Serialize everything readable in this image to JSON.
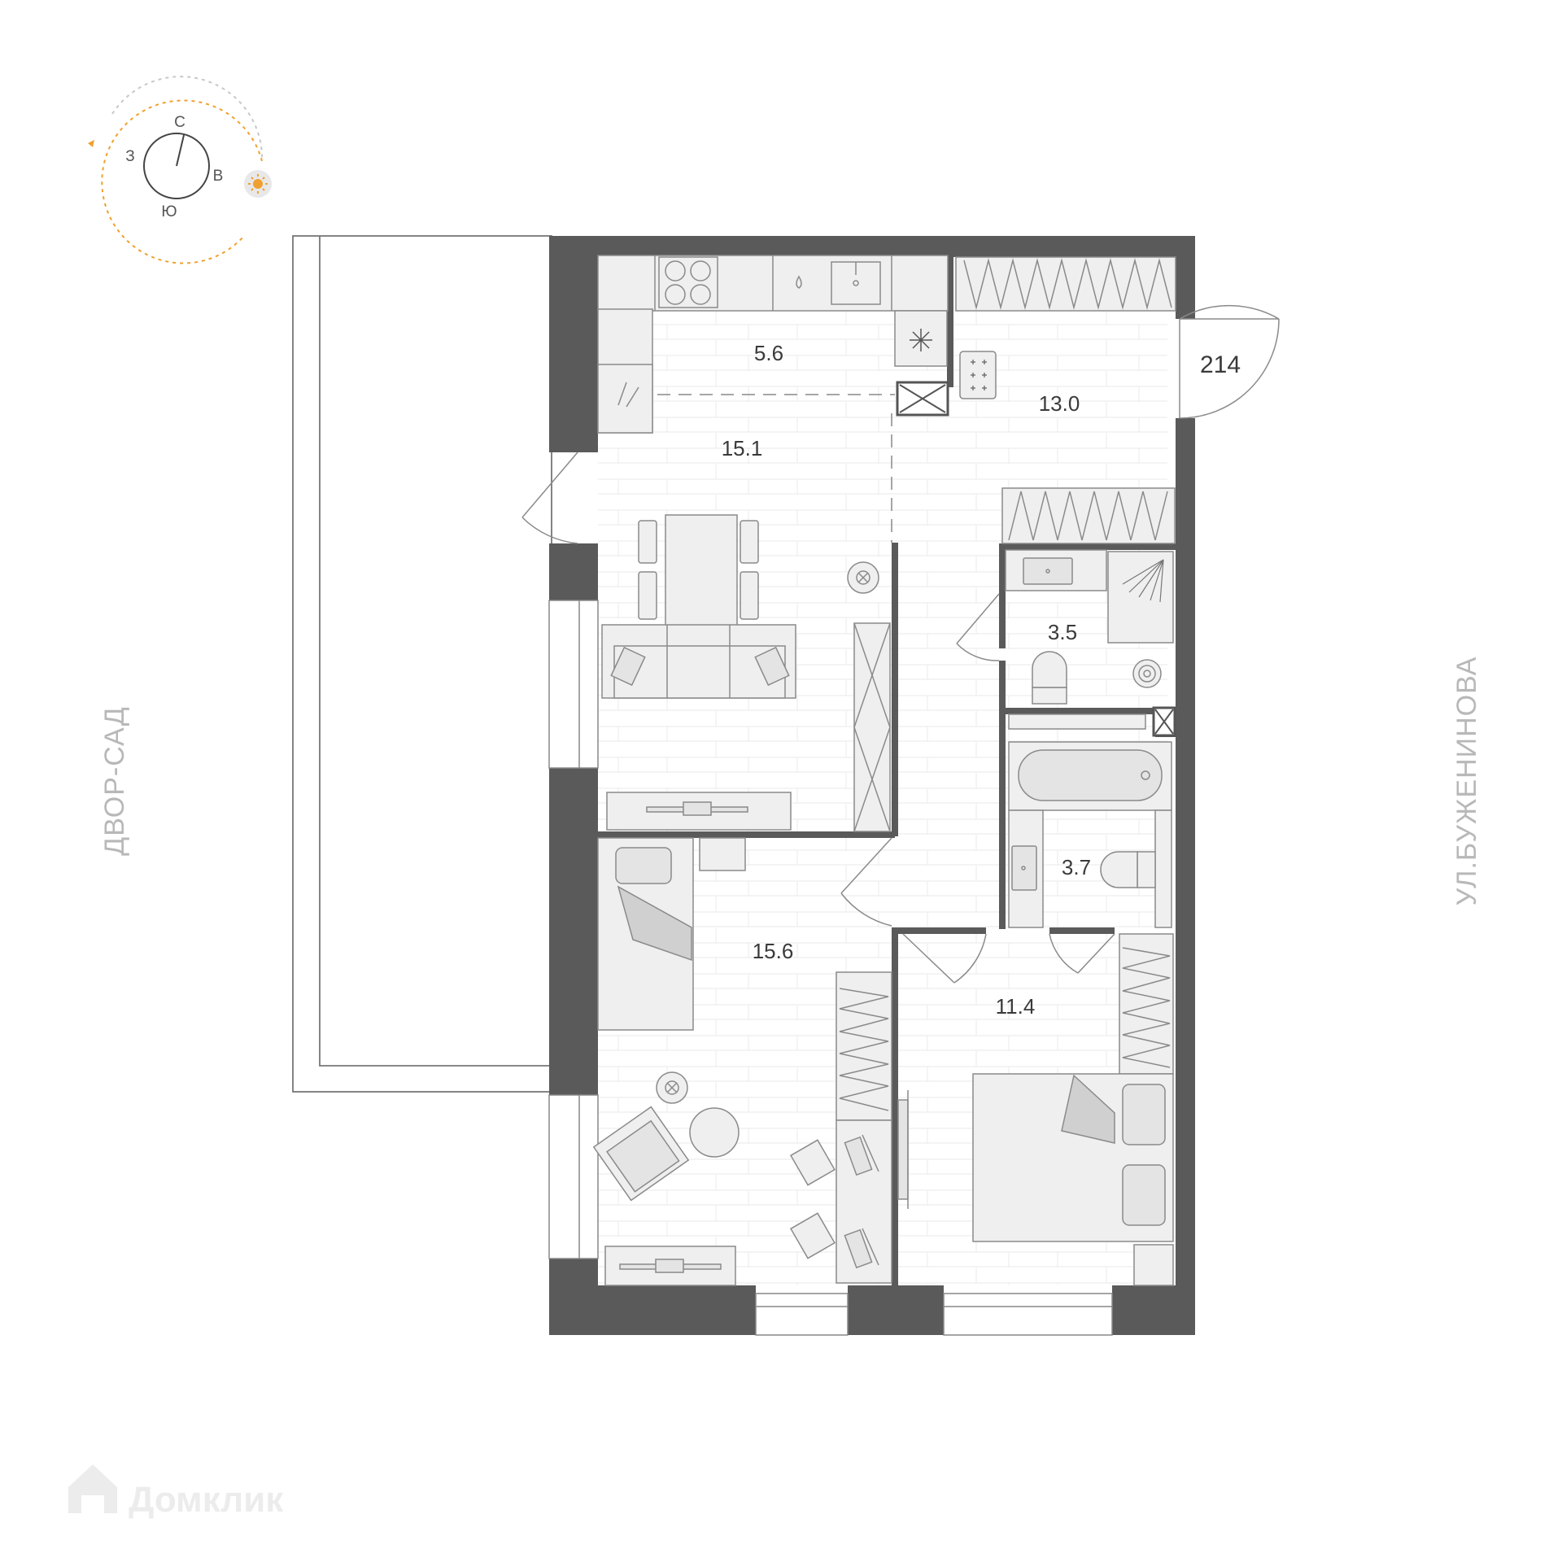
{
  "apartment_number": "214",
  "compass": {
    "north": "С",
    "west": "З",
    "east": "В",
    "south": "Ю"
  },
  "labels": {
    "left_side": "ДВОР-САД",
    "right_side": "УЛ.БУЖЕНИНОВА"
  },
  "rooms": [
    {
      "id": "kitchen",
      "area": "5.6"
    },
    {
      "id": "living",
      "area": "15.1"
    },
    {
      "id": "hall",
      "area": "13.0"
    },
    {
      "id": "bathroom-1",
      "area": "3.5"
    },
    {
      "id": "bathroom-2",
      "area": "3.7"
    },
    {
      "id": "bedroom-1",
      "area": "15.6"
    },
    {
      "id": "bedroom-2",
      "area": "11.4"
    }
  ],
  "watermark": {
    "text": "Домклик"
  },
  "colors": {
    "wall": "#5a5a5a",
    "sun": "#f0a030",
    "furniture": "#efefef",
    "label": "#b8b8b8"
  }
}
